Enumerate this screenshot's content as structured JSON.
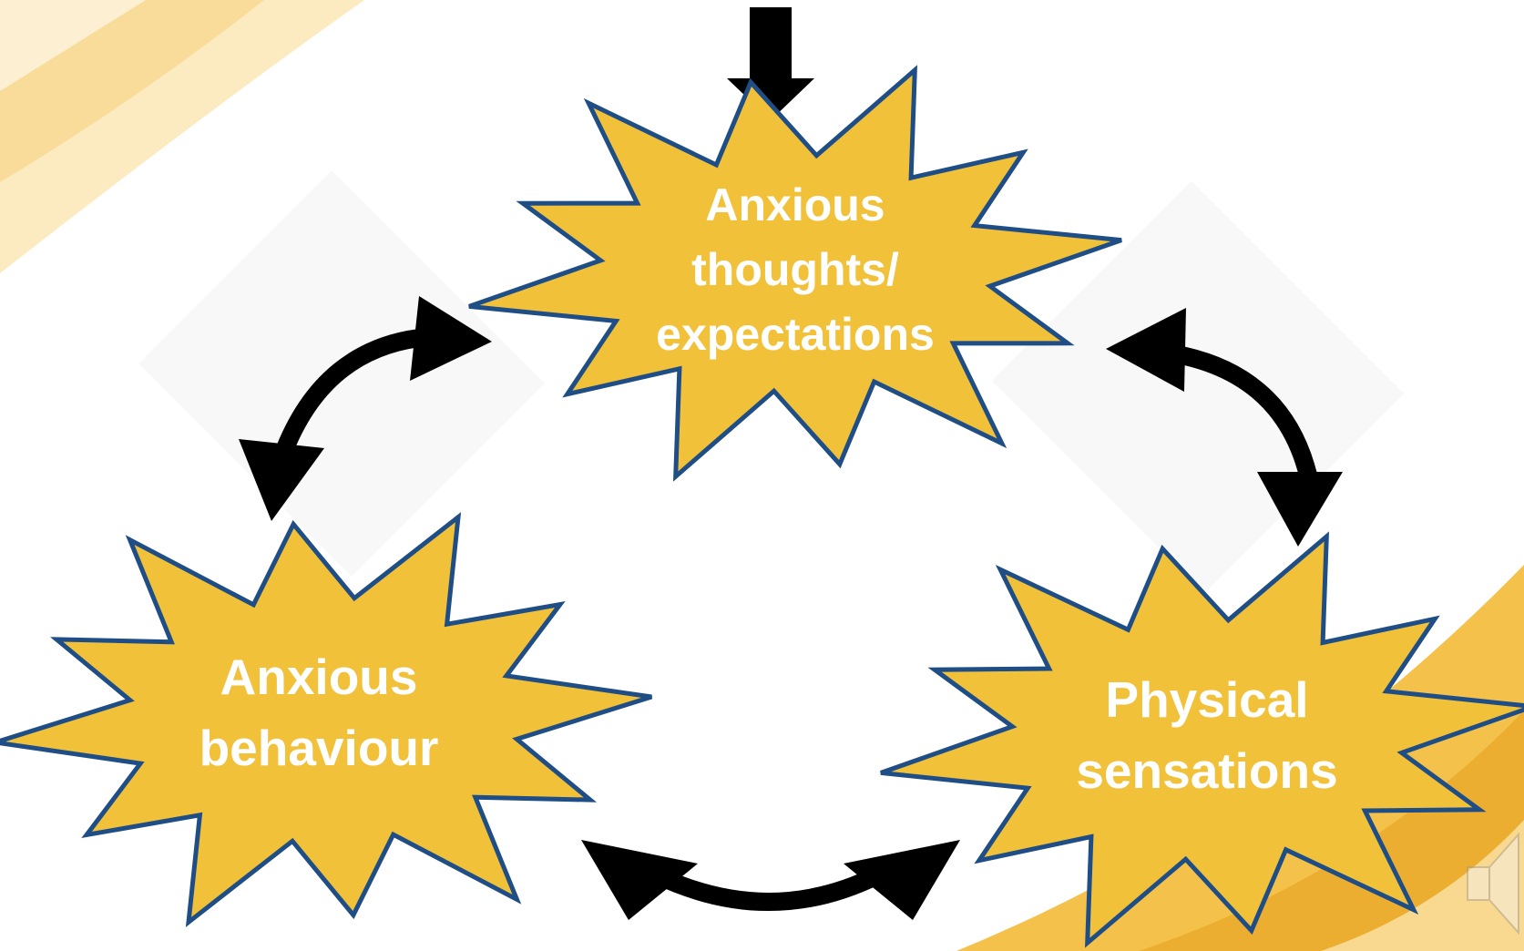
{
  "colors": {
    "burst_fill": "#f2c13a",
    "burst_outline": "#1f4e86",
    "label_text": "#ffffff",
    "arrows": "#000000",
    "background": "#ffffff",
    "decorative_swoosh": "#f4c24a"
  },
  "nodes": {
    "thoughts": {
      "line1": "Anxious",
      "line2": "thoughts/",
      "line3": "expectations"
    },
    "behaviour": {
      "line1": "Anxious",
      "line2": "behaviour"
    },
    "sensations": {
      "line1": "Physical",
      "line2": "sensations"
    }
  },
  "icons": {
    "audio": "speaker-icon"
  }
}
